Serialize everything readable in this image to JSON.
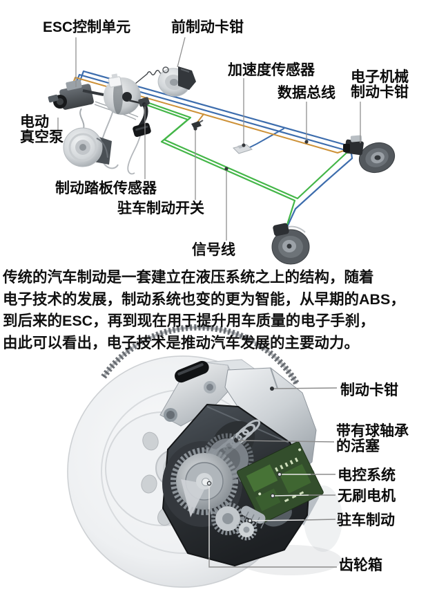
{
  "top_diagram": {
    "labels": [
      {
        "id": "esc-unit",
        "text": "ESC控制单元"
      },
      {
        "id": "front-brake-caliper",
        "text": "前制动卡钳"
      },
      {
        "id": "acceleration-sensor",
        "text": "加速度传感器"
      },
      {
        "id": "data-bus",
        "text": "数据总线"
      },
      {
        "id": "electromechanical-caliper",
        "text": "电子机械\n制动卡钳"
      },
      {
        "id": "electric-vacuum-pump",
        "text": "电动\n真空泵"
      },
      {
        "id": "brake-pedal-sensor",
        "text": "制动踏板传感器"
      },
      {
        "id": "parking-brake-switch",
        "text": "驻车制动开关"
      },
      {
        "id": "signal-line",
        "text": "信号线"
      }
    ],
    "colors": {
      "harness_blue": "#3d6dad",
      "harness_orange": "#cd9137",
      "harness_green": "#44b648",
      "pointer_gray": "#8f8f8f"
    }
  },
  "paragraph": {
    "text": "传统的汽车制动是一套建立在液压系统之上的结构，随着\n电子技术的发展，制动系统也变的更为智能，从早期的ABS，\n到后来的ESC，再到现在用于提升用车质量的电子手刹，\n由此可以看出，电子技术是推动汽车发展的主要动力。"
  },
  "bottom_diagram": {
    "labels": [
      {
        "id": "brake-caliper",
        "text": "制动卡钳"
      },
      {
        "id": "ball-bearing-piston",
        "text": "带有球轴承\n的活塞"
      },
      {
        "id": "electronic-control-system",
        "text": "电控系统"
      },
      {
        "id": "brushless-motor",
        "text": "无刷电机"
      },
      {
        "id": "parking-brake",
        "text": "驻车制动"
      },
      {
        "id": "gearbox",
        "text": "齿轮箱"
      }
    ],
    "colors": {
      "disc": "#e8ebed",
      "housing_dark": "#26292c",
      "pcb_green": "#2c4a22"
    }
  }
}
